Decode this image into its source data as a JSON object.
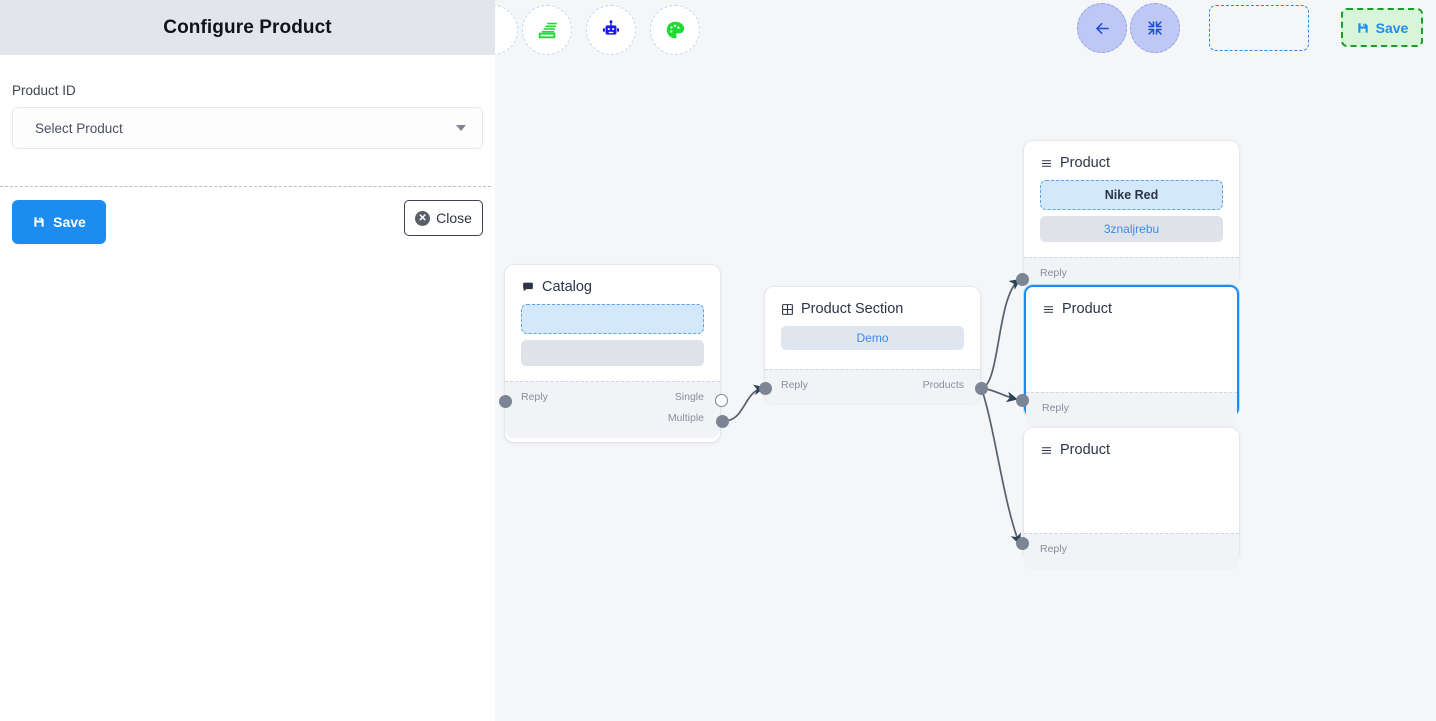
{
  "panel": {
    "title": "Configure Product",
    "field_label": "Product ID",
    "select_value": "Select Product",
    "save_label": "Save",
    "close_label": "Close",
    "header_bg": "#e2e5ea",
    "save_bg": "#1d8cf0"
  },
  "toolbar": {
    "left_tools": [
      {
        "name": "stack-icon",
        "title": "Stack"
      },
      {
        "name": "robot-icon",
        "title": "Bot"
      },
      {
        "name": "palette-icon",
        "title": "Theme"
      }
    ],
    "right_tools": [
      {
        "name": "back-arrow-icon",
        "title": "Back"
      },
      {
        "name": "collapse-icon",
        "title": "Collapse"
      }
    ],
    "save_label": "Save",
    "save_bg": "#d6f5d9",
    "save_border": "#1f9c28",
    "save_text_color": "#1d8cf0"
  },
  "canvas": {
    "background": "#f4f6f8",
    "edge_color": "#56606e",
    "nodes": [
      {
        "id": "catalog",
        "title": "Catalog",
        "icon": "chat-bubble-icon",
        "rows": [
          {
            "type": "dashed",
            "text": ""
          },
          {
            "type": "gray",
            "text": ""
          }
        ],
        "ports_left": [
          "Reply"
        ],
        "ports_right": [
          "Single",
          "Multiple"
        ]
      },
      {
        "id": "product-section",
        "title": "Product Section",
        "icon": "grid-icon",
        "rows": [
          {
            "type": "demo",
            "text": "Demo"
          }
        ],
        "ports_left": [
          "Reply"
        ],
        "ports_right": [
          "Products"
        ]
      },
      {
        "id": "product-1",
        "title": "Product",
        "icon": "burger-icon",
        "rows": [
          {
            "type": "dashed",
            "text": "Nike Red"
          },
          {
            "type": "gray",
            "text": "3znaljrebu"
          }
        ],
        "ports_left": [
          "Reply"
        ],
        "ports_right": [],
        "selected": false
      },
      {
        "id": "product-2",
        "title": "Product",
        "icon": "burger-icon",
        "rows": [],
        "ports_left": [
          "Reply"
        ],
        "ports_right": [],
        "selected": true
      },
      {
        "id": "product-3",
        "title": "Product",
        "icon": "burger-icon",
        "rows": [],
        "ports_left": [
          "Reply"
        ],
        "ports_right": [],
        "selected": false
      }
    ]
  }
}
